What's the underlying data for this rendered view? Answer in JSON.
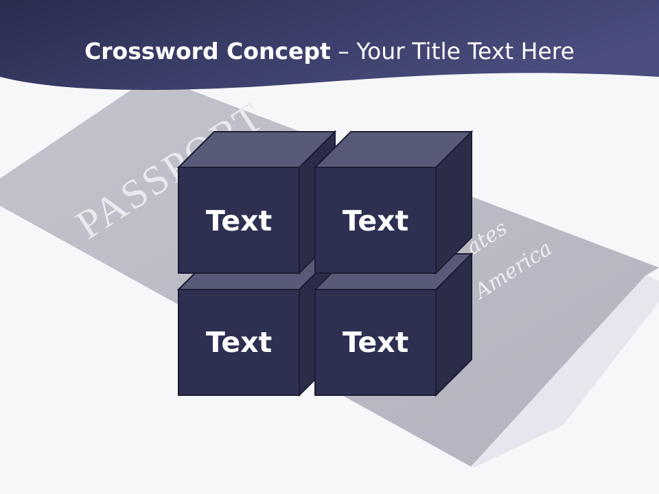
{
  "slide": {
    "title_bold": "Crossword Concept",
    "title_rest": "– Your Title Text Here",
    "background": {
      "passport_word": "PASSPORT",
      "cover_line_1": "ates",
      "cover_line_2": "America"
    },
    "cubes": [
      {
        "label": "Text"
      },
      {
        "label": "Text"
      },
      {
        "label": "Text"
      },
      {
        "label": "Text"
      }
    ]
  },
  "colors": {
    "header_dark": "#2c2f52",
    "header_light": "#4a4d7e",
    "cube_front": "#2e3052",
    "cube_top": "#585b77",
    "cube_side": "#2a2c48",
    "passport_cover": "#b9b9c5"
  }
}
